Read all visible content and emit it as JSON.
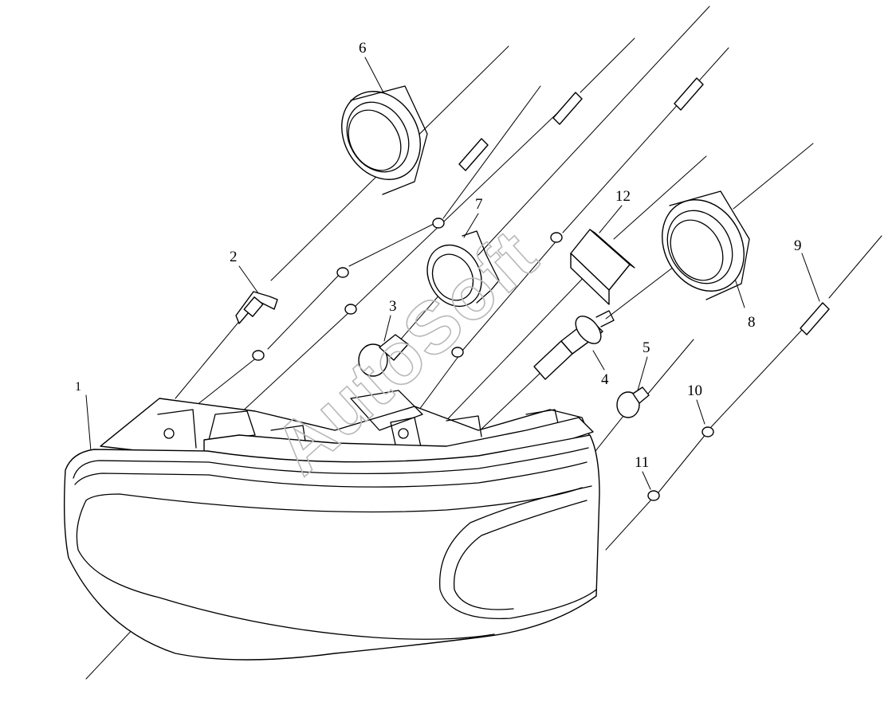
{
  "diagram": {
    "watermark": "AutoSoft",
    "callouts": [
      {
        "id": "1",
        "text": "1"
      },
      {
        "id": "2",
        "text": "2"
      },
      {
        "id": "3",
        "text": "3"
      },
      {
        "id": "4",
        "text": "4"
      },
      {
        "id": "5",
        "text": "5"
      },
      {
        "id": "6",
        "text": "6"
      },
      {
        "id": "7",
        "text": "7"
      },
      {
        "id": "8",
        "text": "8"
      },
      {
        "id": "9",
        "text": "9"
      },
      {
        "id": "10",
        "text": "10"
      },
      {
        "id": "11",
        "text": "11"
      },
      {
        "id": "12",
        "text": "12"
      }
    ]
  }
}
